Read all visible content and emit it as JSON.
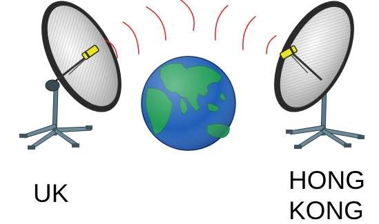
{
  "labels": {
    "left": "UK",
    "right_line1": "HONG",
    "right_line2": "KONG"
  },
  "colors": {
    "ocean": "#1f5fb8",
    "land": "#1f9a55",
    "signal": "#e02020",
    "dish_rim": "#2b2b2b",
    "dish_face": "#d2d2d2",
    "feed": "#e8e619",
    "stand": "#4a6b7a"
  },
  "icons": {
    "left_dish": "satellite-dish-icon",
    "right_dish": "satellite-dish-icon",
    "globe": "globe-icon"
  }
}
